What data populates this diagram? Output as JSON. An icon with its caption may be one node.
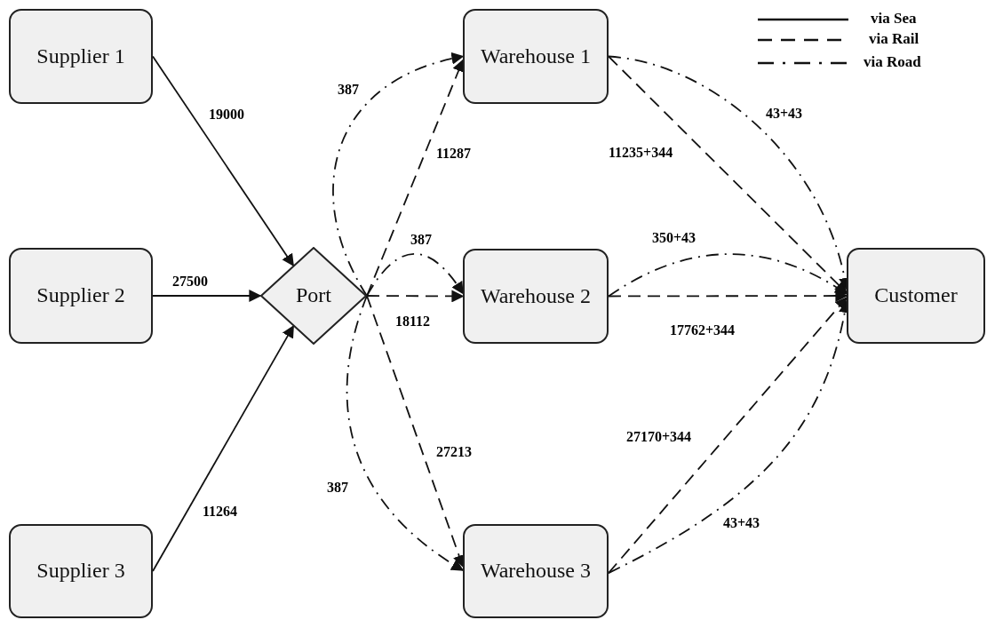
{
  "diagram": {
    "nodes": [
      {
        "text": [
          "Supplier 1"
        ]
      },
      {
        "text": [
          "Supplier 2"
        ]
      },
      {
        "text": [
          "Supplier 3"
        ]
      },
      {
        "text": [
          "Port"
        ]
      },
      {
        "text": [
          "Warehouse 1"
        ]
      },
      {
        "text": [
          "Warehouse 2"
        ]
      },
      {
        "text": [
          "Warehouse 3"
        ]
      },
      {
        "text": [
          "Customer"
        ]
      }
    ],
    "edges": [
      {
        "from": 0,
        "to": 3,
        "arrow": "to",
        "label": "19000"
      },
      {
        "from": 1,
        "to": 3,
        "arrow": "to",
        "label": "27500"
      },
      {
        "from": 2,
        "to": 3,
        "arrow": "to",
        "label": "11264"
      },
      {
        "from": 3,
        "to": 4,
        "arrow": "to",
        "label": "387",
        "style": "dashed"
      },
      {
        "from": 3,
        "to": 4,
        "arrow": "to",
        "label": "11287",
        "style": "dashed"
      },
      {
        "from": 3,
        "to": 5,
        "arrow": "to",
        "label": "387",
        "style": "dashed"
      },
      {
        "from": 3,
        "to": 5,
        "arrow": "to",
        "label": "18112",
        "style": "dashed"
      },
      {
        "from": 3,
        "to": 6,
        "arrow": "to",
        "label": "387",
        "style": "dashed"
      },
      {
        "from": 3,
        "to": 6,
        "arrow": "to",
        "label": "27213",
        "style": "dashed"
      },
      {
        "from": 4,
        "to": 7,
        "arrow": "to",
        "label": "11235+344",
        "style": "dashed"
      },
      {
        "from": 4,
        "to": 7,
        "arrow": "to",
        "label": "43+43",
        "style": "dashed"
      },
      {
        "from": 5,
        "to": 7,
        "arrow": "to",
        "label": "350+43",
        "style": "dashed"
      },
      {
        "from": 5,
        "to": 7,
        "arrow": "to",
        "label": "17762+344",
        "style": "dashed"
      },
      {
        "from": 6,
        "to": 7,
        "arrow": "to",
        "label": "27170+344",
        "style": "dashed"
      },
      {
        "from": 6,
        "to": 7,
        "arrow": "to",
        "label": "43+43",
        "style": "dashed"
      }
    ],
    "legend": [
      {
        "text": "via Sea"
      },
      {
        "text": "via Rail"
      },
      {
        "text": "via Road"
      }
    ]
  }
}
